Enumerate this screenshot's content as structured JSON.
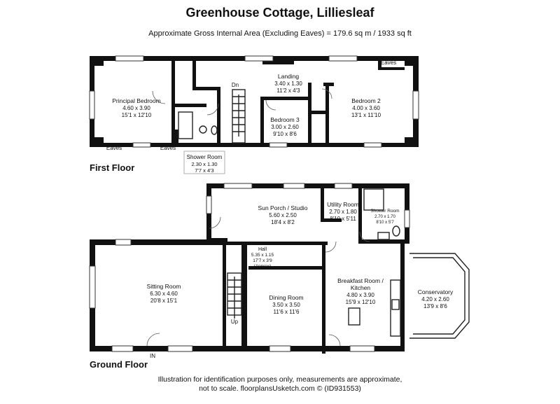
{
  "title": "Greenhouse Cottage, Lilliesleaf",
  "subtitle": "Approximate Gross Internal Area (Excluding Eaves) = 179.6 sq m / 1933 sq ft",
  "floors": {
    "first": "First Floor",
    "ground": "Ground Floor"
  },
  "rooms": {
    "principal_bedroom": {
      "name": "Principal Bedroom",
      "metric": "4.60 x 3.90",
      "imperial": "15'1 x 12'10"
    },
    "landing": {
      "name": "Landing",
      "metric": "3.40 x 1.30",
      "imperial": "11'2 x 4'3"
    },
    "bedroom3": {
      "name": "Bedroom 3",
      "metric": "3.00 x 2.60",
      "imperial": "9'10 x 8'6"
    },
    "bedroom2": {
      "name": "Bedroom 2",
      "metric": "4.00 x 3.60",
      "imperial": "13'1 x 11'10"
    },
    "shower_room_first": {
      "name": "Shower Room",
      "metric": "2.30 x 1.30",
      "imperial": "7'7 x 4'3"
    },
    "sun_porch": {
      "name": "Sun Porch / Studio",
      "metric": "5.60 x 2.50",
      "imperial": "18'4 x 8'2"
    },
    "utility": {
      "name": "Utility Room",
      "metric": "2.70 x 1.80",
      "imperial": "8'10 x 5'11"
    },
    "shower_room_ground": {
      "name": "Shower Room",
      "metric": "2.70 x 1.70",
      "imperial": "8'10 x 5'7"
    },
    "hall": {
      "name": "Hall",
      "metric": "5.35 x 1.15",
      "imperial": "17'7 x 3'9",
      "note": "(Approx)"
    },
    "sitting_room": {
      "name": "Sitting Room",
      "metric": "6.30 x 4.60",
      "imperial": "20'8 x 15'1"
    },
    "dining_room": {
      "name": "Dining Room",
      "metric": "3.50 x 3.50",
      "imperial": "11'6 x 11'6"
    },
    "breakfast_room": {
      "name": "Breakfast Room /",
      "name2": "Kitchen",
      "metric": "4.80 x 3.90",
      "imperial": "15'9 x 12'10"
    },
    "conservatory": {
      "name": "Conservatory",
      "metric": "4.20 x 2.60",
      "imperial": "13'9 x 8'6"
    }
  },
  "markers": {
    "eaves": "Eaves",
    "dn": "Dn",
    "up": "Up",
    "in": "IN"
  },
  "footer": {
    "line1": "Illustration for identification purposes only, measurements are approximate,",
    "line2": "not to scale. floorplansUsketch.com © (ID931553)"
  }
}
